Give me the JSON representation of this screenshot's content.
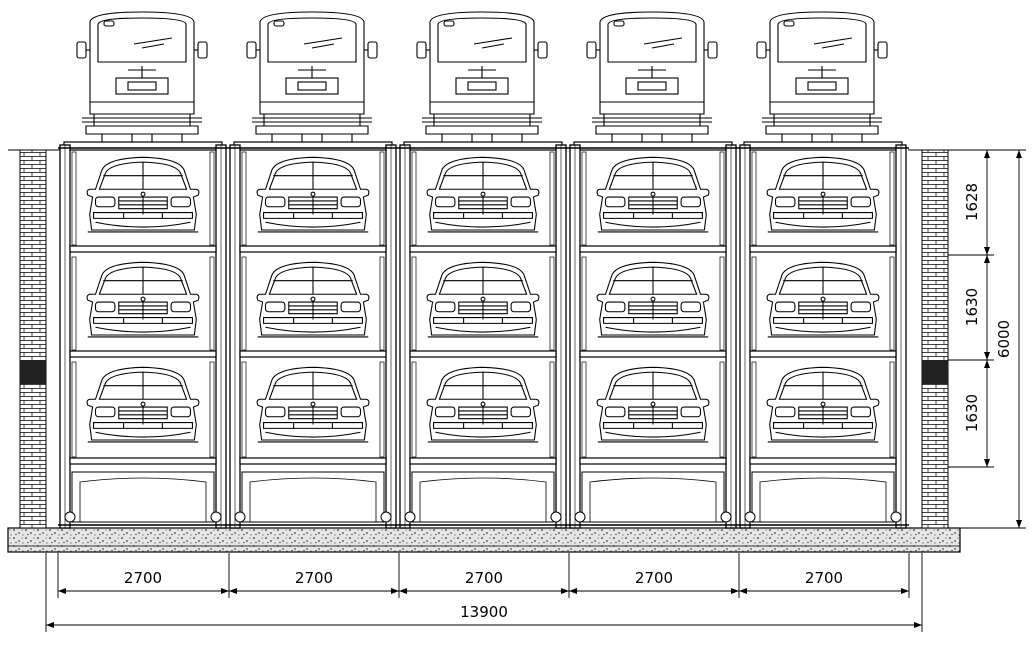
{
  "dimensions": {
    "bay_widths": [
      "2700",
      "2700",
      "2700",
      "2700",
      "2700"
    ],
    "total_width": "13900",
    "level_heights": [
      "1628",
      "1630",
      "1630"
    ],
    "total_height": "6000"
  },
  "structure": {
    "bays": 5,
    "levels": 4
  },
  "colors": {
    "line": "#000000",
    "ground_fill": "#d9d9d9",
    "background": "#ffffff"
  }
}
